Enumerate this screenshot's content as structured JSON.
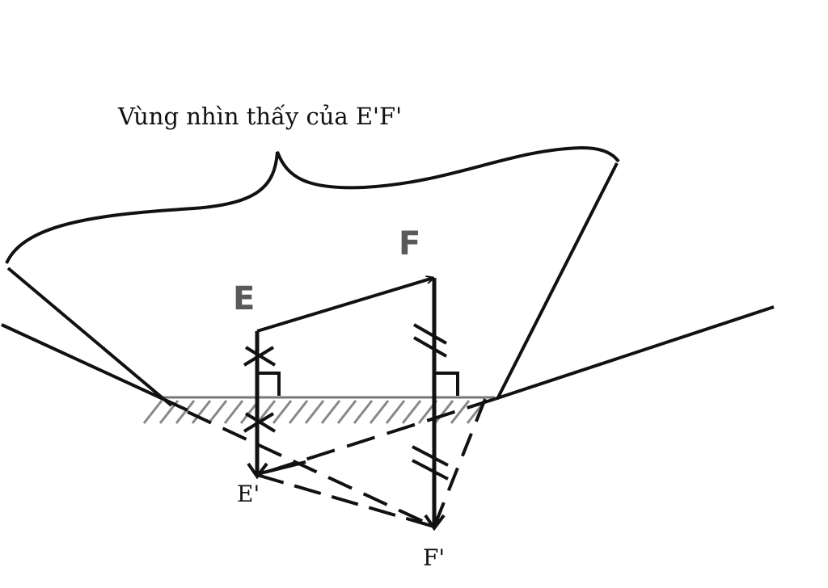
{
  "title": "Vùng nhìn thấy của E'F'",
  "labels": {
    "E": "E",
    "F": "F",
    "E_prime": "E'",
    "F_prime": "F'"
  },
  "colors": {
    "stroke": "#111111",
    "mirror_hatch": "#777777",
    "point_label": "#5a5a5a"
  }
}
